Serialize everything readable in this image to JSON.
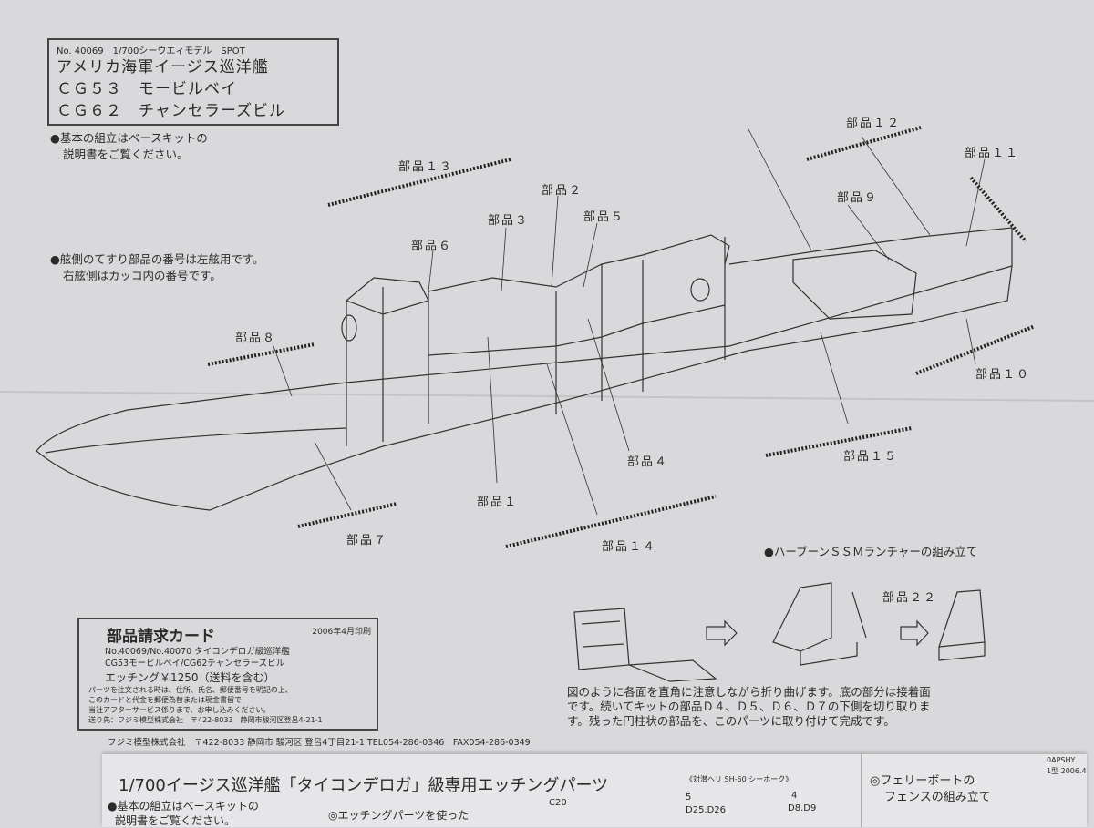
{
  "header": {
    "product_line": "No. 40069　1/700シーウエィモデル　SPOT",
    "title": "アメリカ海軍イージス巡洋艦",
    "ship1": "ＣＧ５３　モービルベイ",
    "ship2": "ＣＧ６２　チャンセラーズビル"
  },
  "notes": {
    "basic1": "●基本の組立はベースキットの",
    "basic2": "説明書をご覧ください。",
    "rail1": "●舷側のてすり部品の番号は左舷用です。",
    "rail2": "右舷側はカッコ内の番号です。"
  },
  "parts": {
    "p1": "部品１",
    "p2": "部品２",
    "p3": "部品３",
    "p4": "部品４",
    "p5": "部品５",
    "p6": "部品６",
    "p7": "部品７",
    "p8": "部品８",
    "p9": "部品９",
    "p10": "部品１０",
    "p11": "部品１１",
    "p12": "部品１２",
    "p13": "部品１３",
    "p14": "部品１４",
    "p15": "部品１５",
    "p22": "部品２２"
  },
  "harpoon": {
    "heading": "●ハーブーンＳＳＭランチャーの組み立て",
    "line1": "図のように各面を直角に注意しながら折り曲げます。底の部分は接着面",
    "line2": "です。続いてキットの部品Ｄ４、Ｄ５、Ｄ６、Ｄ７の下側を切り取りま",
    "line3": "す。残った円柱状の部品を、このパーツに取り付けて完成です。"
  },
  "card": {
    "title": "部品請求カード",
    "date": "2006年4月印刷",
    "line1": "No.40069/No.40070 タイコンデロガ級巡洋艦",
    "line2": "CG53モービルベイ/CG62チャンセラーズビル",
    "price": "エッチング￥1250（送料を含む）",
    "t1": "パーツを注文される時は、住所、氏名、郵便番号を明記の上、",
    "t2": "このカードと代金を郵便為替または現金書留で",
    "t3": "当社アフターサービス係りまで、お申し込みください。",
    "t4": "送り先：フジミ模型株式会社　〒422-8033　静岡市駿河区登呂4-21-1"
  },
  "footer": {
    "company": "フジミ模型株式会社　〒422-8033 静岡市 駿河区 登呂4丁目21-1 TEL054-286-0346　FAX054-286-0349",
    "code": "0APSHY",
    "edition": "1型 2006.4"
  },
  "sheet2": {
    "title": "1/700イージス巡洋艦「タイコンデロガ」級専用エッチングパーツ",
    "basic": "●基本の組立はベースキットの",
    "basic2": "説明書をご覧ください。",
    "etch": "◎エッチングパーツを使った",
    "c20": "C20",
    "heli": "《対潜ヘリ SH-60 シーホーク》",
    "n5": "5",
    "d25": "D25.D26",
    "n4": "4",
    "d8": "D8.D9",
    "ferry1": "◎フェリーボートの",
    "ferry2": "フェンスの組み立て"
  }
}
